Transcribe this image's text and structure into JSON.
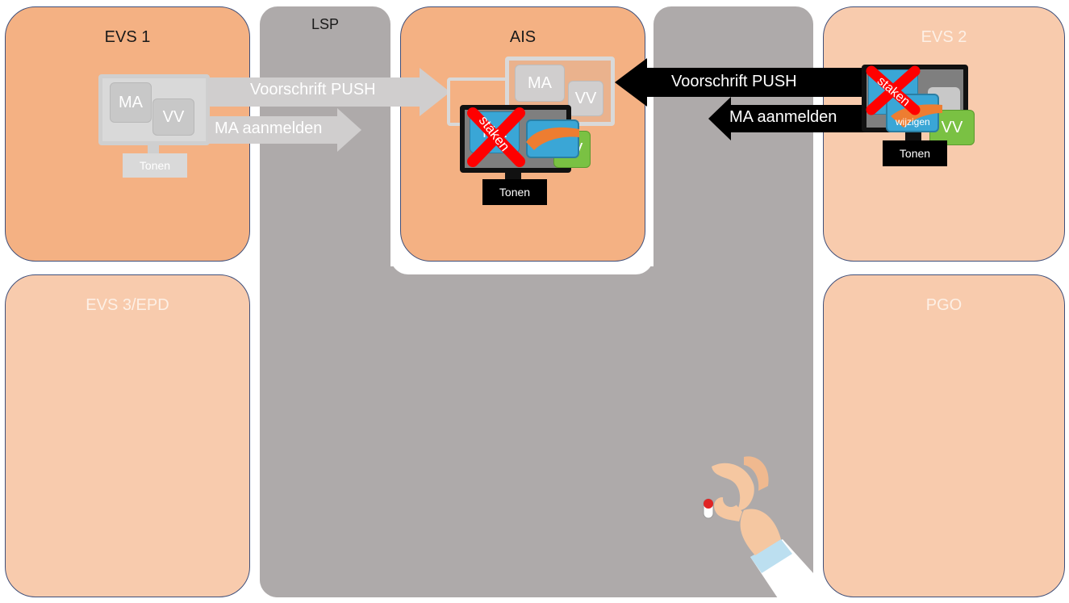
{
  "boxes": {
    "evs1": "EVS 1",
    "lsp": "LSP",
    "ais": "AIS",
    "evs2": "EVS 2",
    "evs3": "EVS 3/EPD",
    "pgo": "PGO"
  },
  "evs1_monitor": {
    "ma": "MA",
    "vv": "VV",
    "tonen": "Tonen"
  },
  "ais_monitor": {
    "ma_back": "MA",
    "vv_back": "VV",
    "ma_front": "MA",
    "vv_front": "VV",
    "staken": "staken",
    "tonen": "Tonen"
  },
  "evs2_monitor": {
    "staken": "staken",
    "wijzigen": "wijzigen",
    "vv": "VV",
    "tonen": "Tonen"
  },
  "arrows": {
    "evs1_push": "Voorschrift PUSH",
    "evs1_aanmelden": "MA aanmelden",
    "evs2_push": "Voorschrift PUSH",
    "evs2_aanmelden": "MA aanmelden"
  },
  "colors": {
    "orange_box": "#f4b183",
    "light_orange_box": "#f8cbad",
    "lsp_grey": "#aeaaaa",
    "red_cross": "#ff0000",
    "blue_tile": "#3aa6d6",
    "green_tile": "#7ac143"
  }
}
